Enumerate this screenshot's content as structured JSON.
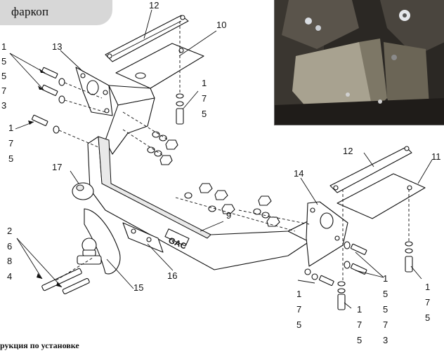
{
  "header": {
    "title": "фаркоп"
  },
  "footer": {
    "text": "рукция по установке"
  },
  "brand": {
    "logo": "GAC"
  },
  "callouts": {
    "c12_top": "12",
    "c10": "10",
    "c13": "13",
    "c1_top_left": "1",
    "c5_a": "5",
    "c5_b": "5",
    "c7_a": "7",
    "c3_a": "3",
    "c1_mid_left": "1",
    "c7_b": "7",
    "c5_c": "5",
    "c1_center": "1",
    "c7_c": "7",
    "c5_d": "5",
    "c17": "17",
    "c2": "2",
    "c6": "6",
    "c8": "8",
    "c4": "4",
    "c15": "15",
    "c16": "16",
    "c9": "9",
    "c14": "14",
    "c12_right": "12",
    "c11": "11",
    "c1_br_a": "1",
    "c7_d": "7",
    "c5_e": "5",
    "c1_br_b": "1",
    "c7_e": "7",
    "c5_f": "5",
    "c1_br_c": "1",
    "c5_g": "5",
    "c5_h": "5",
    "c7_f": "7",
    "c3_b": "3",
    "c1_far_right": "1",
    "c7_g": "7",
    "c5_i": "5"
  }
}
